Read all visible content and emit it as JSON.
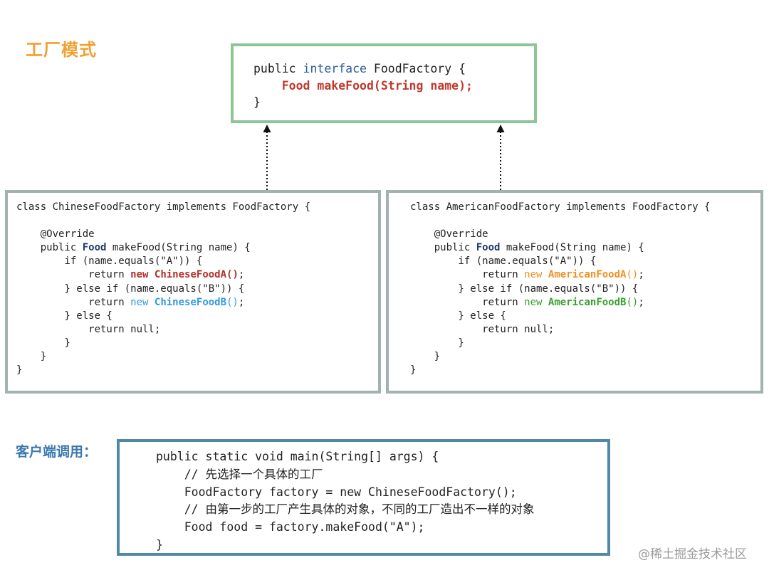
{
  "title": "工厂模式",
  "client_title": "客户端调用：",
  "watermark": "@稀土掘金技术社区",
  "colors": {
    "title": "#f0a030",
    "interface_border": "#8cc596",
    "impl_border": "#a3b1b0",
    "client_border": "#4f89a6",
    "client_title": "#3a78b0",
    "red": "#c0392b",
    "blue": "#3399dd",
    "orange": "#f09020",
    "green": "#38a030",
    "keyword_blue": "#2f5c9a"
  },
  "interface_code": {
    "l1_a": "public ",
    "l1_kw": "interface",
    "l1_b": " FoodFactory {",
    "l2_indent": "    ",
    "l2_method": "Food makeFood(String name);",
    "l3": "}"
  },
  "chinese_code": {
    "l1": "class ChineseFoodFactory implements FoodFactory {",
    "l2": "",
    "l3": "    @Override",
    "l4_a": "    public ",
    "l4_food": "Food",
    "l4_b": " makeFood(String name) {",
    "l5": "        if (name.equals(\"A\")) {",
    "l6_a": "            return ",
    "l6_new": "new",
    "l6_sp": " ",
    "l6_class": "ChineseFoodA()",
    "l6_semi": ";",
    "l7": "        } else if (name.equals(\"B\")) {",
    "l8_a": "            return ",
    "l8_new": "new",
    "l8_sp": " ",
    "l8_class": "ChineseFoodB",
    "l8_paren": "()",
    "l8_semi": ";",
    "l9": "        } else {",
    "l10": "            return null;",
    "l11": "        }",
    "l12": "    }",
    "l13": "}"
  },
  "american_code": {
    "l1": "class AmericanFoodFactory implements FoodFactory {",
    "l2": "",
    "l3": "    @Override",
    "l4_a": "    public ",
    "l4_food": "Food",
    "l4_b": " makeFood(String name) {",
    "l5": "        if (name.equals(\"A\")) {",
    "l6_a": "            return ",
    "l6_new": "new",
    "l6_sp": " ",
    "l6_class": "AmericanFoodA",
    "l6_paren": "()",
    "l6_semi": ";",
    "l7": "        } else if (name.equals(\"B\")) {",
    "l8_a": "            return ",
    "l8_new": "new",
    "l8_sp": " ",
    "l8_class": "AmericanFoodB",
    "l8_paren": "()",
    "l8_semi": ";",
    "l9": "        } else {",
    "l10": "            return null;",
    "l11": "        }",
    "l12": "    }",
    "l13": "}"
  },
  "client_code": {
    "l1": "public static void main(String[] args) {",
    "l2": "    // 先选择一个具体的工厂",
    "l3": "    FoodFactory factory = new ChineseFoodFactory();",
    "l4": "    // 由第一步的工厂产生具体的对象，不同的工厂造出不一样的对象",
    "l5": "    Food food = factory.makeFood(\"A\");",
    "l6": "}"
  }
}
